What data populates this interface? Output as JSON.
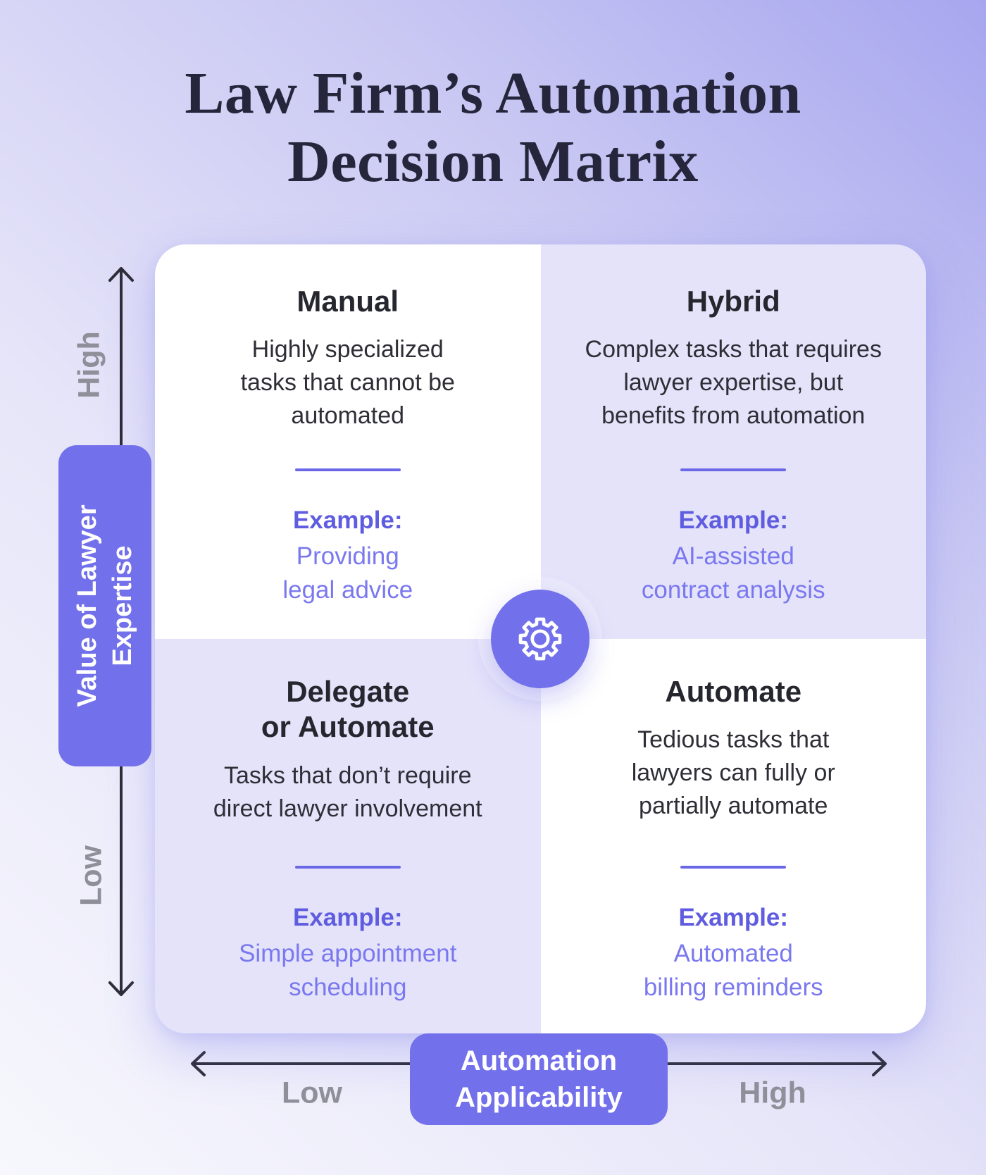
{
  "title": "Law Firm’s Automation\nDecision Matrix",
  "colors": {
    "accent_purple": "#7270ea",
    "divider_purple": "#6b68e8",
    "example_label_purple": "#5f5ce0",
    "example_text_purple": "#7a78ef",
    "quadrant_lavender": "#e4e3fa",
    "quadrant_white": "#ffffff",
    "text_dark": "#2e2e36",
    "axis_label_gray": "#8f8f99",
    "axis_line_dark": "#2d2d37"
  },
  "quadrants": [
    {
      "title": "Manual",
      "description": "Highly specialized\ntasks that cannot be\nautomated",
      "example_label": "Example:",
      "example": "Providing\nlegal advice"
    },
    {
      "title": "Hybrid",
      "description": "Complex tasks that requires\nlawyer expertise, but\nbenefits from automation",
      "example_label": "Example:",
      "example": "AI-assisted\ncontract analysis"
    },
    {
      "title": "Delegate\nor Automate",
      "description": "Tasks that don’t require\ndirect lawyer involvement",
      "example_label": "Example:",
      "example": "Simple appointment\nscheduling"
    },
    {
      "title": "Automate",
      "description": "Tedious tasks that\nlawyers can fully or\npartially automate",
      "example_label": "Example:",
      "example": "Automated\nbilling reminders"
    }
  ],
  "axes": {
    "vertical": {
      "label": "Value of Lawyer\nExpertise",
      "high": "High",
      "low": "Low"
    },
    "horizontal": {
      "label": "Automation\nApplicability",
      "low": "Low",
      "high": "High"
    }
  },
  "center_icon": "gear-icon"
}
